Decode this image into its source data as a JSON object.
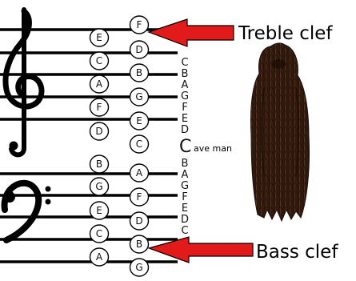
{
  "labels": {
    "treble_clef": "Treble clef",
    "bass_clef": "Bass clef",
    "cave_man_initial": "C",
    "cave_man_rest": "ave man"
  },
  "treble": {
    "line_notes": [
      "E",
      "C",
      "A",
      "F",
      "D"
    ],
    "space_notes": [
      "F",
      "D",
      "B",
      "G",
      "E",
      "C"
    ]
  },
  "bass": {
    "line_notes": [
      "B",
      "G",
      "E",
      "C",
      "A"
    ],
    "space_notes": [
      "A",
      "F",
      "D",
      "B",
      "G"
    ]
  },
  "mnemonic": {
    "treble_letters": [
      "C",
      "B",
      "A",
      "G",
      "F",
      "E",
      "D"
    ],
    "bass_letters": [
      "B",
      "A",
      "G",
      "F",
      "E",
      "D",
      "C"
    ]
  },
  "colors": {
    "arrow": "#e21a1a",
    "staff_line": "#000000",
    "caveman_fur": "#3b2417"
  },
  "icons": {
    "treble_clef": "treble-clef-icon",
    "bass_clef": "bass-clef-icon",
    "caveman": "caveman-figure"
  }
}
